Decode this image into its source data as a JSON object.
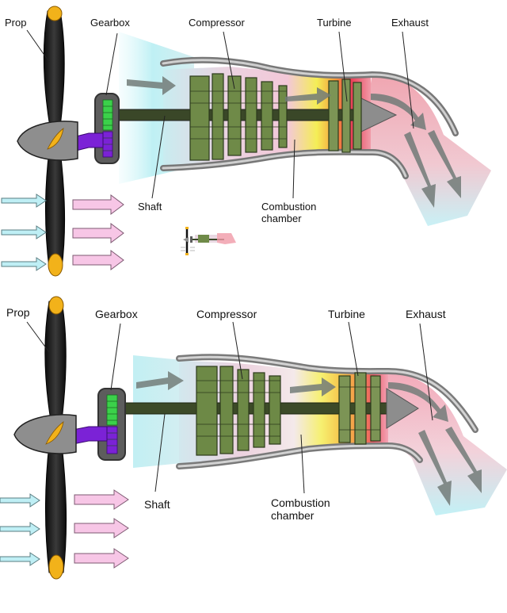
{
  "labels": {
    "prop": "Prop",
    "gearbox": "Gearbox",
    "compressor": "Compressor",
    "turbine": "Turbine",
    "exhaust": "Exhaust",
    "shaft": "Shaft",
    "combustion_line1": "Combustion",
    "combustion_line2": "chamber"
  },
  "colors": {
    "prop_blade": "#111111",
    "prop_tip": "#f2b21a",
    "spinner": "#8a8a8a",
    "drive": "#7b22d6",
    "gearbox_fill": "#5a5a5a",
    "gearbox_gear": "#3bd14a",
    "shaft": "#3c4a28",
    "compressor": "#6f8a4a",
    "turbine": "#7f9358",
    "casing": "#808080",
    "intake_air": "#c6f2f5",
    "combustion": "#f4c9d6",
    "hot_zone": "#f3ea4a",
    "turbine_hot": "#f39a3c",
    "exhaust_hot": "#e8374f",
    "flow_arrow": "#707a77",
    "air_in": "#bfeff5",
    "air_out": "#f7c6e6"
  }
}
